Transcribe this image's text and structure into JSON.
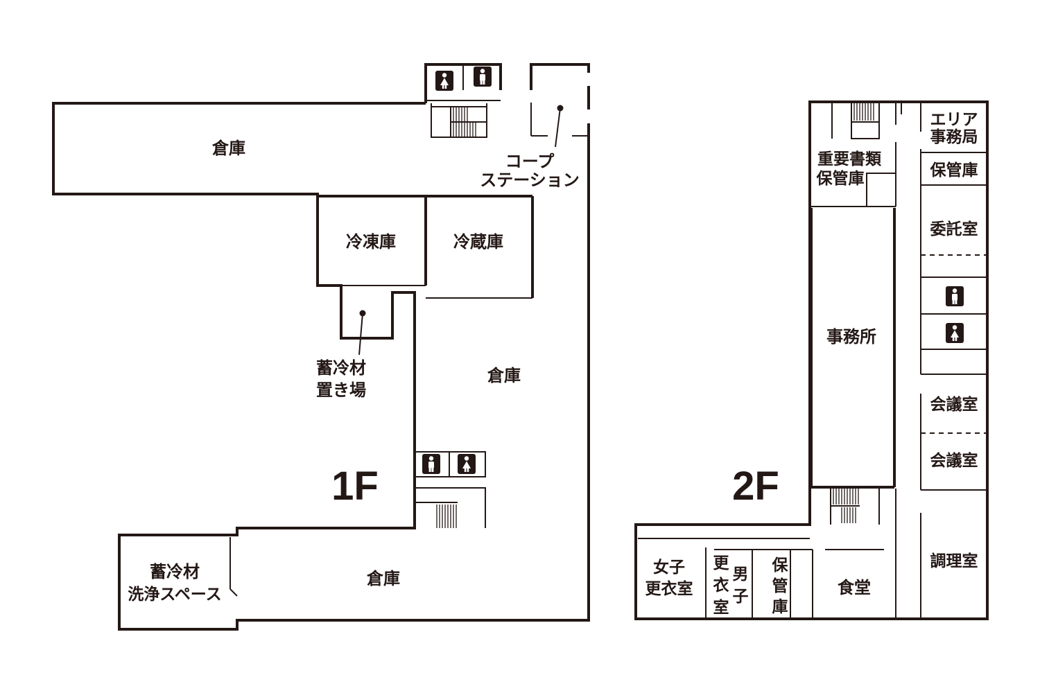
{
  "floors": {
    "f1": {
      "label": "1F",
      "rooms": {
        "storage_top": "倉庫",
        "freezer": "冷凍庫",
        "refrigerator": "冷蔵庫",
        "storage_right": "倉庫",
        "storage_bottom": "倉庫",
        "coop_station_1": "コープ",
        "coop_station_2": "ステーション",
        "ice_pack_place_1": "蓄冷材",
        "ice_pack_place_2": "置き場",
        "ice_pack_wash_1": "蓄冷材",
        "ice_pack_wash_2": "洗浄スペース"
      },
      "restroom_icons": [
        "female-restroom-icon",
        "male-restroom-icon",
        "male-restroom-icon",
        "female-restroom-icon"
      ]
    },
    "f2": {
      "label": "2F",
      "rooms": {
        "area_office_1": "エリア",
        "area_office_2": "事務局",
        "storage_room_right": "保管庫",
        "docs_storage_1": "重要書類",
        "docs_storage_2": "保管庫",
        "consign_room": "委託室",
        "office": "事務所",
        "meeting_room_1": "会議室",
        "meeting_room_2": "会議室",
        "kitchen": "調理室",
        "cafeteria": "食堂",
        "storage_vertical": [
          "保",
          "管",
          "庫"
        ],
        "womens_locker_1": "女子",
        "womens_locker_2": "更衣室",
        "mens_locker_a": [
          "更",
          "衣",
          "室"
        ],
        "mens_locker_b": [
          "男",
          "子"
        ]
      },
      "restroom_icons": [
        "male-restroom-icon",
        "female-restroom-icon"
      ]
    }
  },
  "colors": {
    "line": "#231815",
    "background": "#ffffff"
  }
}
